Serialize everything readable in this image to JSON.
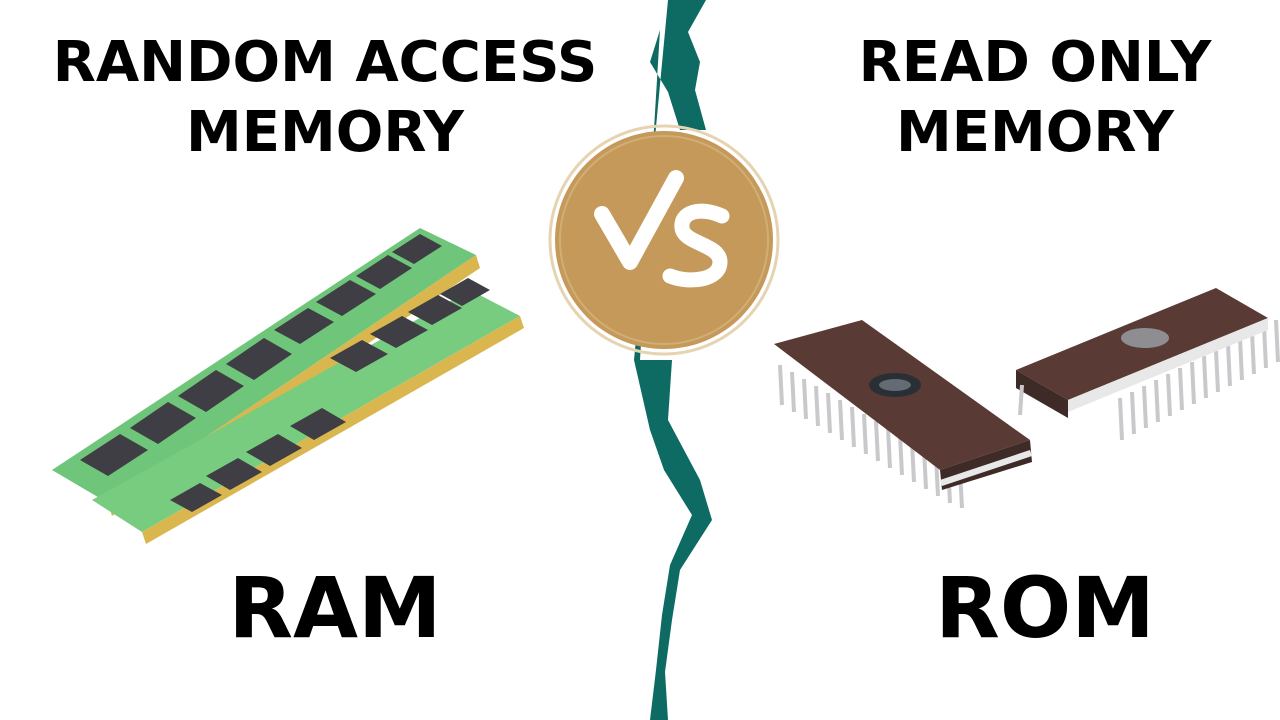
{
  "left": {
    "title_line1": "RANDOM ACCESS",
    "title_line2": "MEMORY",
    "abbreviation": "RAM",
    "image": "ram-modules-illustration"
  },
  "right": {
    "title_line1": "READ ONLY",
    "title_line2": "MEMORY",
    "abbreviation": "ROM",
    "image": "rom-eprom-chips-illustration"
  },
  "center": {
    "badge_text": "VS",
    "badge_color": "#C4995A",
    "divider_color": "#0E6B64"
  },
  "colors": {
    "background": "#FFFFFF",
    "text": "#000000",
    "pcb_green": "#6FC57A",
    "chip_dark": "#3E3E44",
    "gold_contacts": "#D9B64E",
    "rom_body": "#5A3A35",
    "rom_pins": "#C9C9CC"
  }
}
